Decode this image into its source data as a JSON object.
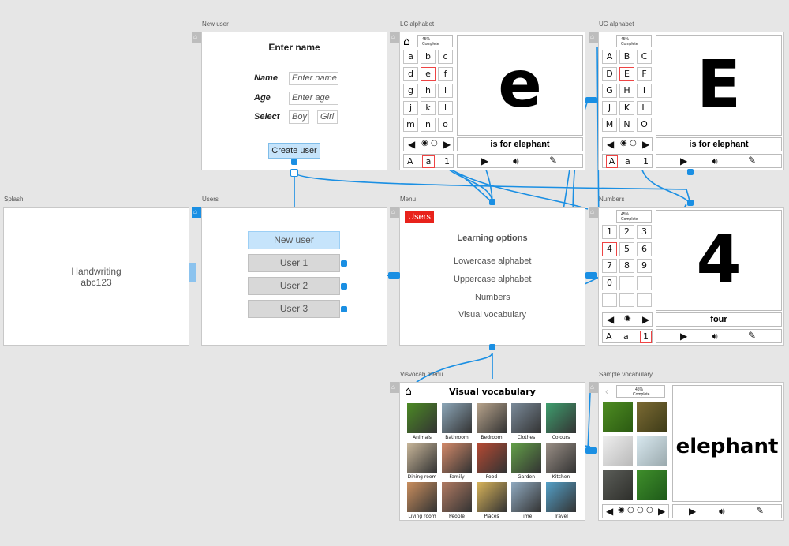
{
  "screens": {
    "new_user": "New user",
    "lc_alphabet": "LC alphabet",
    "uc_alphabet": "UC alphabet",
    "splash": "Splash",
    "users": "Users",
    "menu": "Menu",
    "numbers": "Numbers",
    "visvocab_menu": "Visvocab menu",
    "sample_vocab": "Sample vocabulary"
  },
  "new_user_form": {
    "title": "Enter name",
    "name_label": "Name",
    "name_placeholder": "Enter name",
    "age_label": "Age",
    "age_placeholder": "Enter age",
    "select_label": "Select",
    "boy": "Boy",
    "girl": "Girl",
    "create_button": "Create user"
  },
  "splash": {
    "line1": "Handwriting",
    "line2": "abc123"
  },
  "users": {
    "new_user": "New user",
    "items": [
      "User 1",
      "User 2",
      "User 3"
    ]
  },
  "menu": {
    "users_badge": "Users",
    "heading": "Learning options",
    "options": [
      "Lowercase alphabet",
      "Uppercase alphabet",
      "Numbers",
      "Visual vocabulary"
    ]
  },
  "progress": {
    "percent": "45%",
    "label": "Complete"
  },
  "lc": {
    "keys": [
      "a",
      "b",
      "c",
      "d",
      "e",
      "f",
      "g",
      "h",
      "i",
      "j",
      "k",
      "l",
      "m",
      "n",
      "o"
    ],
    "big": "e",
    "caption": "is for elephant",
    "mode": [
      "A",
      "a",
      "1"
    ]
  },
  "uc": {
    "keys": [
      "A",
      "B",
      "C",
      "D",
      "E",
      "F",
      "G",
      "H",
      "I",
      "J",
      "K",
      "L",
      "M",
      "N",
      "O"
    ],
    "big": "E",
    "caption": "is for elephant",
    "mode": [
      "A",
      "a",
      "1"
    ]
  },
  "numbers": {
    "keys": [
      "1",
      "2",
      "3",
      "4",
      "5",
      "6",
      "7",
      "8",
      "9",
      "0"
    ],
    "big": "4",
    "caption": "four",
    "mode": [
      "A",
      "a",
      "1"
    ]
  },
  "visvocab": {
    "title": "Visual vocabulary",
    "items": [
      "Animals",
      "Bathroom",
      "Bedroom",
      "Clothes",
      "Colours",
      "Dining room",
      "Family",
      "Food",
      "Garden",
      "Kitchen",
      "Living room",
      "People",
      "Places",
      "Time",
      "Travel"
    ]
  },
  "sample": {
    "word": "elephant"
  },
  "colors": {
    "accent": "#1a8fe3",
    "badge": "#e8221b",
    "new_user_fill": "#c6e4fb"
  }
}
